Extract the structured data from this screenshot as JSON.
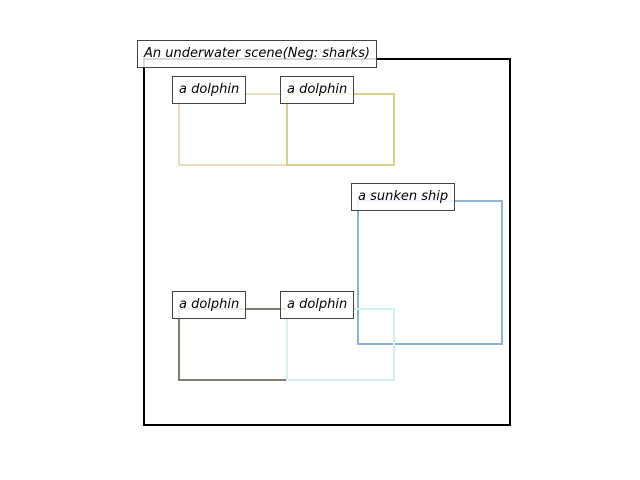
{
  "scene": {
    "caption": "An underwater scene(Neg: sharks)",
    "frame_color": "#000000"
  },
  "objects": [
    {
      "label": "a dolphin",
      "color": "#e9dfc0"
    },
    {
      "label": "a dolphin",
      "color": "#d6d08c"
    },
    {
      "label": "a sunken ship",
      "color": "#8fb1d4"
    },
    {
      "label": "a dolphin",
      "color": "#7a7f72"
    },
    {
      "label": "a dolphin",
      "color": "#d5eef0"
    }
  ]
}
